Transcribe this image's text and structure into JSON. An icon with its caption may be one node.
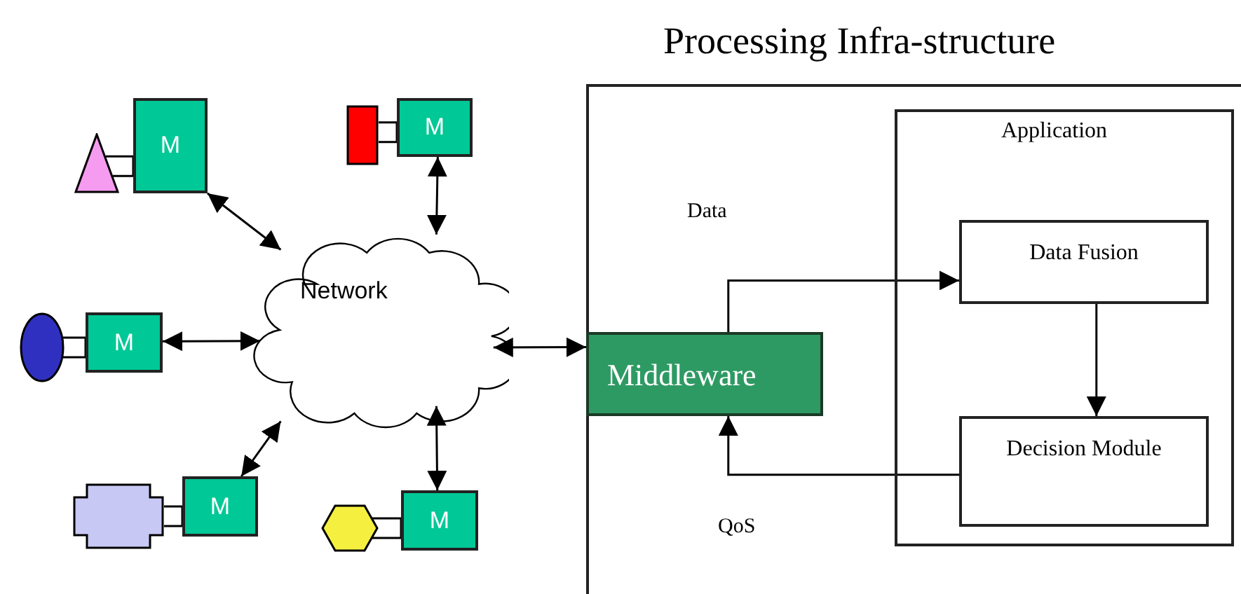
{
  "diagram": {
    "nodes": [
      {
        "text": [],
        "shape": "triangle"
      },
      {
        "text": [
          "M"
        ]
      },
      {
        "text": [],
        "shape": "box"
      },
      {
        "text": [
          "M"
        ]
      },
      {
        "text": [
          "Network"
        ]
      },
      {
        "text": [],
        "shape": "ellipse"
      },
      {
        "text": [
          "M"
        ]
      },
      {
        "text": [],
        "shape": "cross"
      },
      {
        "text": [
          "M"
        ]
      },
      {
        "text": [],
        "shape": "hexagon"
      },
      {
        "text": [
          "M"
        ]
      },
      {
        "text": [
          "Processing Infra-structure"
        ]
      },
      {
        "text": [
          "Middleware"
        ],
        "in": 11
      },
      {
        "text": [
          "Application"
        ],
        "in": 11
      },
      {
        "text": [
          "Data Fusion"
        ],
        "in": 13
      },
      {
        "text": [
          "Decision Module"
        ],
        "in": 13
      }
    ],
    "edges": [
      {
        "from": 0,
        "to": 1,
        "arrow": "none"
      },
      {
        "from": 2,
        "to": 3,
        "arrow": "none"
      },
      {
        "from": 5,
        "to": 6,
        "arrow": "none"
      },
      {
        "from": 7,
        "to": 8,
        "arrow": "none"
      },
      {
        "from": 9,
        "to": 10,
        "arrow": "none"
      },
      {
        "from": 1,
        "to": 4,
        "arrow": "both"
      },
      {
        "from": 3,
        "to": 4,
        "arrow": "both"
      },
      {
        "from": 6,
        "to": 4,
        "arrow": "both"
      },
      {
        "from": 8,
        "to": 4,
        "arrow": "both"
      },
      {
        "from": 10,
        "to": 4,
        "arrow": "both"
      },
      {
        "from": 4,
        "to": 12,
        "arrow": "both"
      },
      {
        "from": 12,
        "to": 14,
        "arrow": "to",
        "label": "Data"
      },
      {
        "from": 14,
        "to": 15,
        "arrow": "to"
      },
      {
        "from": 15,
        "to": 12,
        "arrow": "to",
        "label": "QoS"
      }
    ]
  }
}
